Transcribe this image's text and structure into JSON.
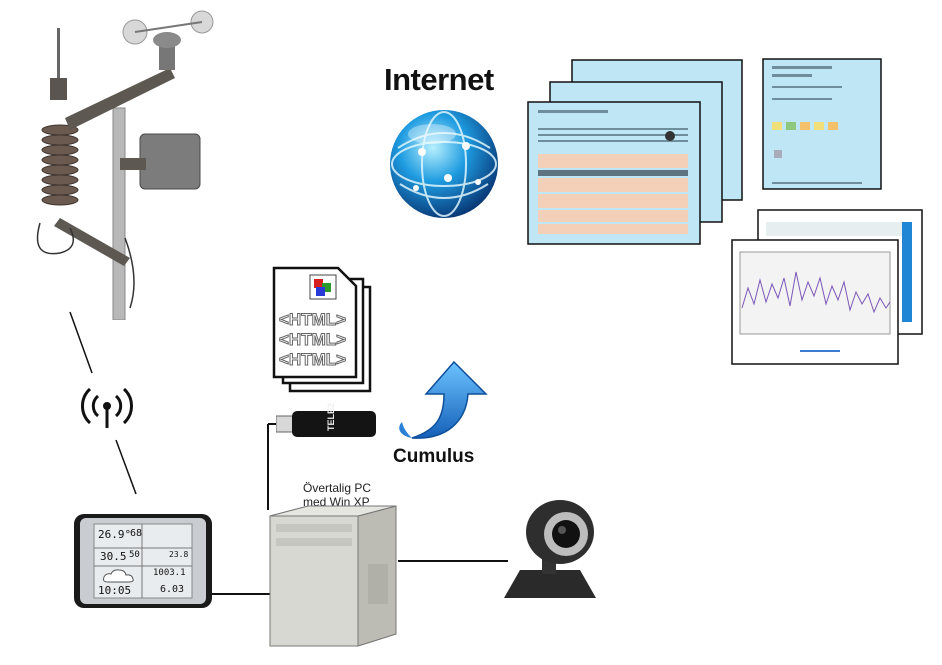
{
  "internet": {
    "title": "Internet",
    "icon": "globe-icon"
  },
  "cumulus": {
    "label": "Cumulus",
    "icon": "upload-arrow-icon"
  },
  "pc": {
    "label_line1": "Övertalig PC",
    "label_line2": "med Win XP"
  },
  "html_docs": {
    "tag": "<HTML>"
  },
  "usb_stick": {
    "text": "TELE2"
  },
  "console": {
    "temp_in": "26.9°",
    "hum_in": "68",
    "temp_out": "30.5",
    "hum_out": "50",
    "wind": "23.8",
    "pressure": "1003.1",
    "time": "10:05",
    "rain": "6.03"
  },
  "colors": {
    "line": "#111111",
    "globe": "#1e88d6",
    "arrow": "#2f8fe0",
    "page_bg": "#bfe6f4"
  }
}
